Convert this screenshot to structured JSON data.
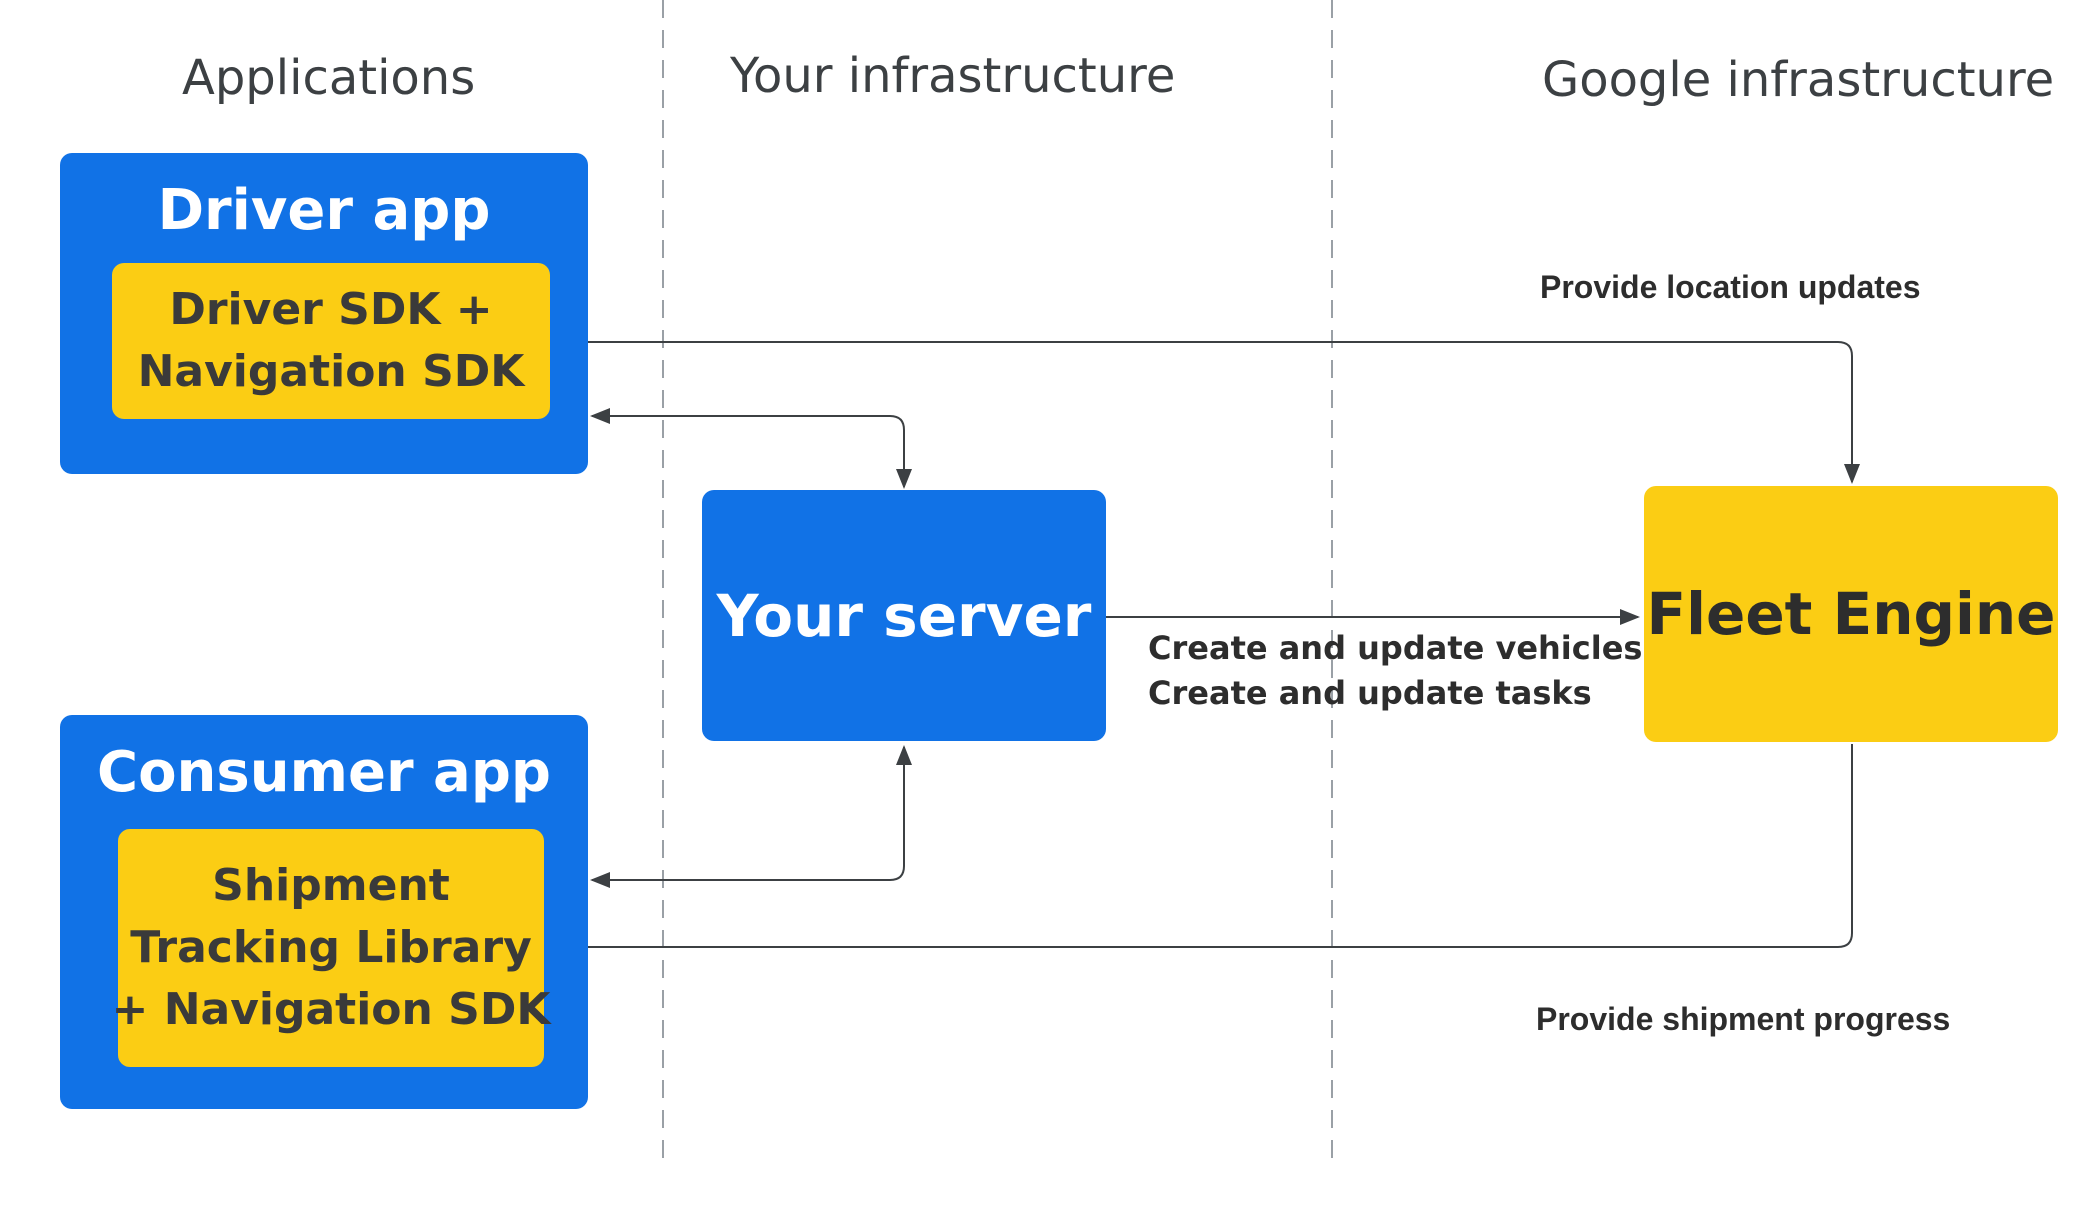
{
  "lanes": {
    "applications": "Applications",
    "your_infrastructure": "Your infrastructure",
    "google_infrastructure": "Google infrastructure"
  },
  "driver_app": {
    "title": "Driver app",
    "sdk_line1": "Driver SDK +",
    "sdk_line2": "Navigation SDK"
  },
  "consumer_app": {
    "title": "Consumer app",
    "sdk_line1": "Shipment",
    "sdk_line2": "Tracking Library",
    "sdk_line3": "+ Navigation SDK"
  },
  "your_server": {
    "title": "Your server"
  },
  "fleet_engine": {
    "title": "Fleet Engine"
  },
  "edges": {
    "location_updates": "Provide location updates",
    "create_vehicles": "Create and update vehicles",
    "create_tasks": "Create and update tasks",
    "shipment_progress": "Provide shipment progress"
  },
  "colors": {
    "blue": "#1172e6",
    "yellow": "#fbcd14",
    "line": "#3c4043",
    "lane_divider": "#9aa0a6"
  }
}
